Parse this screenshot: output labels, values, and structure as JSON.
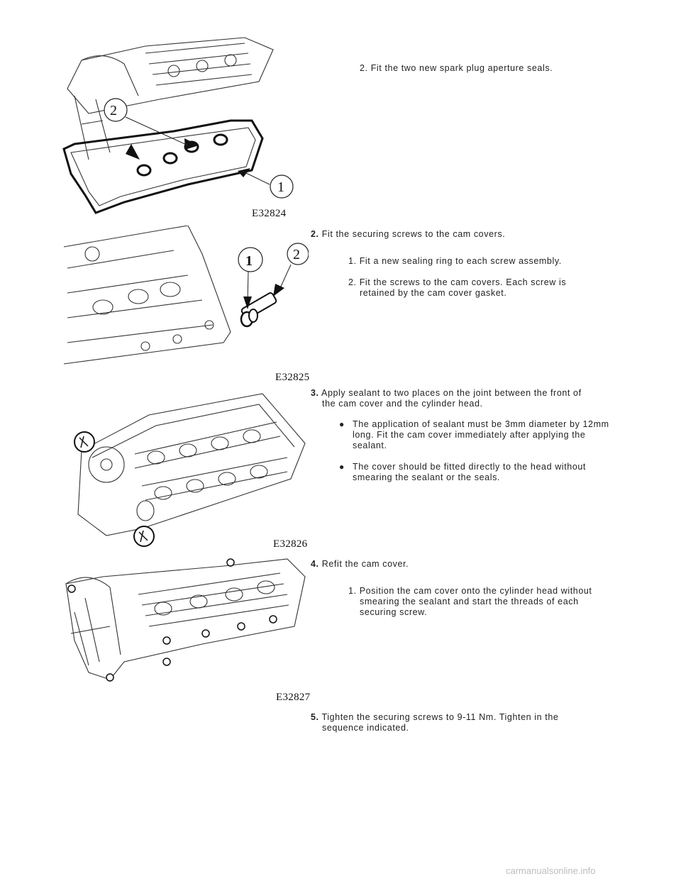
{
  "figures": [
    {
      "code": "E32824",
      "callouts": [
        "2",
        "1"
      ]
    },
    {
      "code": "E32825",
      "callouts": [
        "1",
        "2"
      ]
    },
    {
      "code": "E32826",
      "callouts": []
    },
    {
      "code": "E32827",
      "callouts": []
    }
  ],
  "steps": {
    "intro_sub": "2. Fit the two new spark plug aperture seals.",
    "s2": {
      "num": "2.",
      "text": "Fit the securing screws to the cam covers.",
      "subs": [
        "1. Fit a new sealing ring to each screw assembly.",
        "2. Fit the screws to the cam covers. Each screw is retained by the cam cover gasket."
      ]
    },
    "s3": {
      "num": "3.",
      "text": "Apply sealant to two places on the joint between the front of the cam cover and the cylinder head.",
      "bullets": [
        "The application of sealant must be 3mm diameter by 12mm long. Fit the cam cover immediately after applying the sealant.",
        "The cover should be fitted directly to the head without smearing the sealant or the seals."
      ]
    },
    "s4": {
      "num": "4.",
      "text": "Refit the cam cover.",
      "subs": [
        "1. Position the cam cover onto the cylinder head without smearing the sealant and start the threads of each securing screw."
      ]
    },
    "s5": {
      "num": "5.",
      "text": "Tighten the securing screws to 9-11 Nm. Tighten in the sequence indicated."
    }
  },
  "footer": "carmanualsonline.info"
}
